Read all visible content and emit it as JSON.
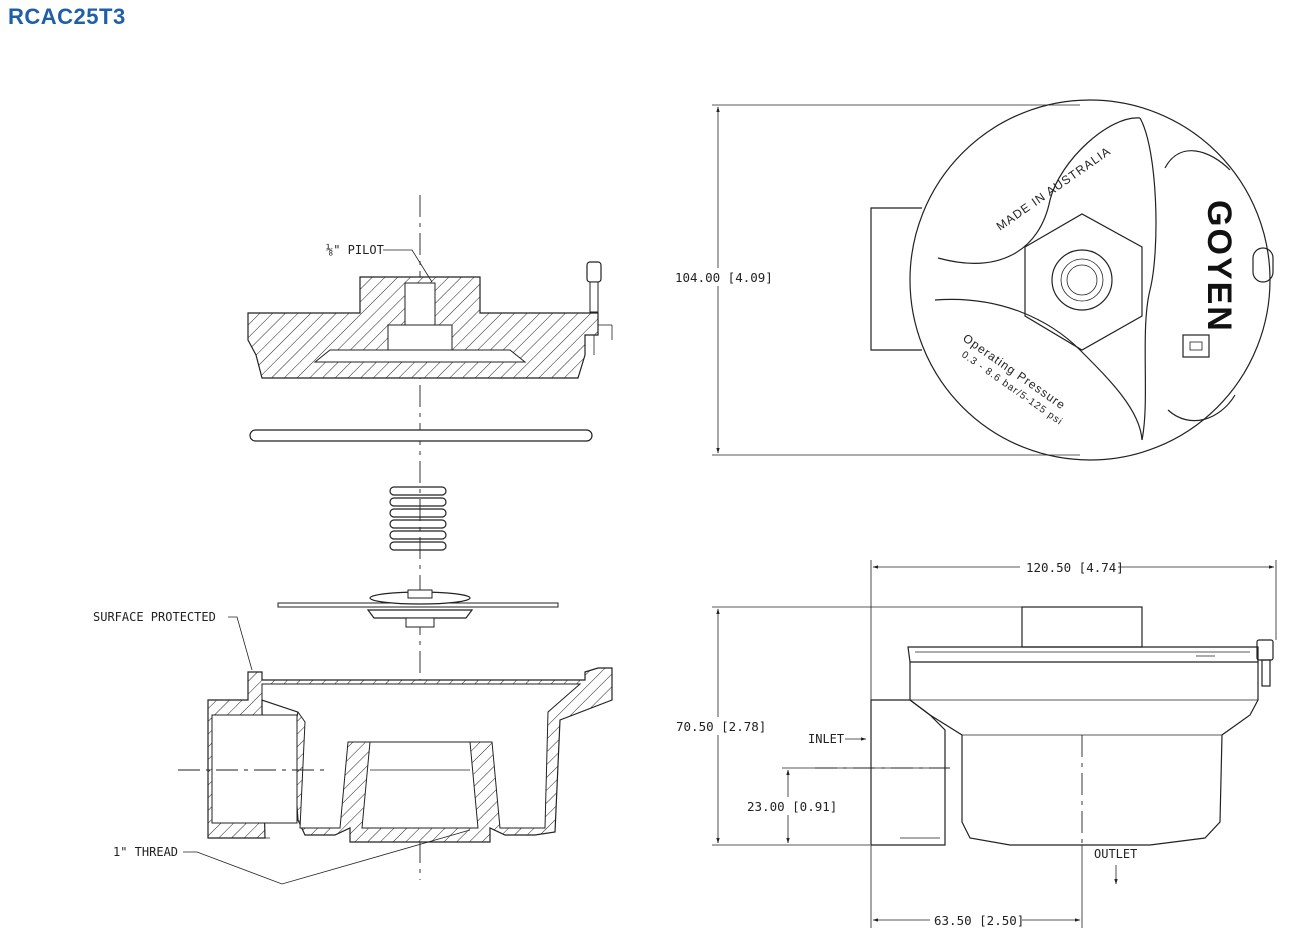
{
  "title": "RCAC25T3",
  "labels": {
    "pilot": "⅛\" PILOT",
    "surface": "SURFACE PROTECTED",
    "thread": "1\" THREAD",
    "inlet": "INLET",
    "outlet": "OUTLET"
  },
  "dimensions": {
    "height_top": "104.00 [4.09]",
    "width": "120.50 [4.74]",
    "height_side": "70.50 [2.78]",
    "inlet_height": "23.00 [0.91]",
    "outlet_offset": "63.50 [2.50]"
  },
  "embossing": {
    "made_in": "MADE IN AUSTRALIA",
    "op_pressure": "Operating Pressure",
    "pressure_range": "0.3 - 8.6 bar/5-125 psi",
    "brand": "GOYEN"
  },
  "colors": {
    "title": "#1f5fa8",
    "line": "#222222"
  }
}
